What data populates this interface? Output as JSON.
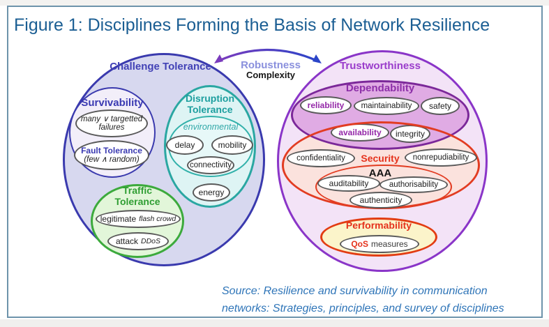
{
  "figure": {
    "title": "Figure 1: Disciplines Forming the Basis of Network Resilience",
    "source_line1": "Source: Resilience and survivability in communication",
    "source_line2": "networks: Strategies, principles, and survey of disciplines"
  },
  "bridge": {
    "robustness": "Robustness",
    "complexity": "Complexity",
    "arrow_icon": "double-headed-curved-arrow"
  },
  "challenge": {
    "label": "Challenge Tolerance",
    "survivability": {
      "label": "Survivability",
      "many_line1": "many ∨ targetted",
      "many_line2": "failures",
      "fault_label": "Fault Tolerance",
      "fault_sub": "(few ∧ random)"
    },
    "disruption": {
      "label_line1": "Disruption",
      "label_line2": "Tolerance",
      "environmental": "environmental",
      "delay": "delay",
      "mobility": "mobility",
      "connectivity": "connectivity",
      "energy": "energy"
    },
    "traffic": {
      "label_line1": "Traffic",
      "label_line2": "Tolerance",
      "legitimate": "legitimate",
      "flash_crowd": "flash crowd",
      "attack": "attack",
      "ddos": "DDoS"
    }
  },
  "trust": {
    "label": "Trustworthiness",
    "dependability": {
      "label": "Dependability",
      "reliability": "reliability",
      "maintainability": "maintainability",
      "safety": "safety",
      "availability": "availability",
      "integrity": "integrity"
    },
    "security": {
      "label": "Security",
      "confidentiality": "confidentiality",
      "nonrepudiability": "nonrepudiability",
      "aaa": "AAA",
      "auditability": "auditability",
      "authorisability": "authorisability",
      "authenticity": "authenticity"
    },
    "performability": {
      "label": "Performability",
      "qos": "QoS",
      "measures": "measures"
    }
  },
  "colors": {
    "frame_border": "#6d93ab",
    "title_blue": "#1b5e93",
    "challenge_blue": "#3a3aae",
    "challenge_fill": "#d7d8ef",
    "teal": "#2aa7a2",
    "green": "#3caa3c",
    "trust_purple": "#8a35c8",
    "dependability_purple": "#7b2899",
    "security_red": "#e23c22",
    "performability_yellow": "#fbf4ca",
    "robustness_periwinkle": "#8a90dd",
    "source_blue": "#2f75b8"
  }
}
